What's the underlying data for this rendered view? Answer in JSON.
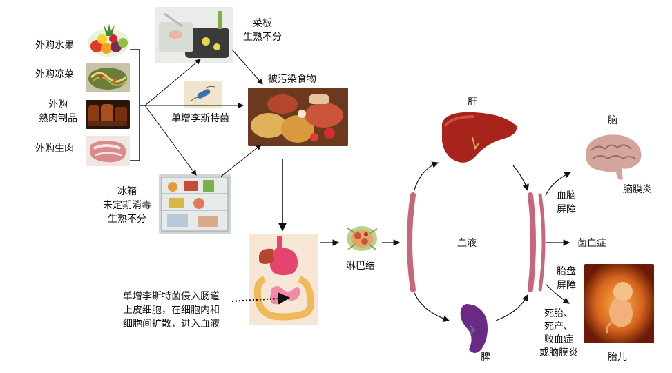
{
  "sources": {
    "fruit": "外购水果",
    "salad": "外购凉菜",
    "cooked_meat": "外购\n熟肉制品",
    "raw_meat": "外购生肉"
  },
  "cutting_board": "菜板\n生熟不分",
  "contaminated_food": "被污染食物",
  "listeria": "单增李斯特菌",
  "fridge": "冰箱\n未定期消毒\n生熟不分",
  "intestine_note": "单增李斯特菌侵入肠道\n上皮细胞，在细胞内和\n细胞间扩散，进入血液",
  "lymph_node": "淋巴结",
  "blood": "血液",
  "liver": "肝",
  "spleen": "脾",
  "brain": "脑",
  "meningitis": "脑膜炎",
  "blood_brain_barrier": "血脑\n屏障",
  "bacteremia": "菌血症",
  "placental_barrier": "胎盘\n屏障",
  "fetal_outcomes": "死胎、\n死产、\n败血症\n或脑膜炎",
  "fetus": "胎儿"
}
